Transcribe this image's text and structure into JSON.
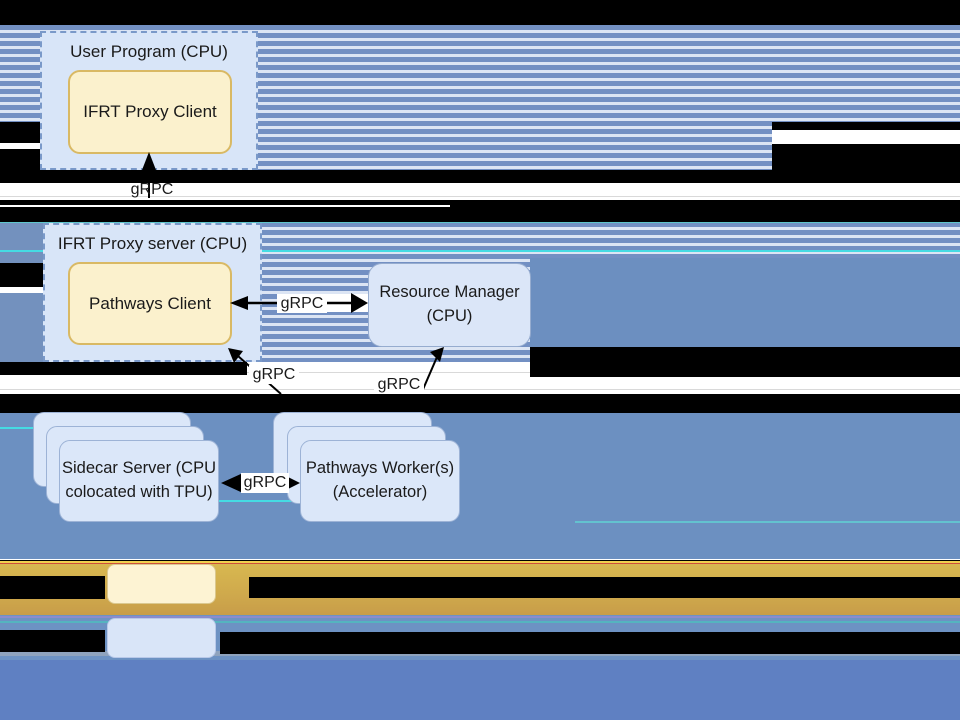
{
  "diagram": {
    "user_program": {
      "title": "User Program (CPU)",
      "inner_box": "IFRT Proxy Client"
    },
    "proxy_server": {
      "title": "IFRT Proxy server (CPU)",
      "inner_box": "Pathways Client"
    },
    "resource_manager": {
      "line1": "Resource Manager",
      "line2": "(CPU)"
    },
    "sidecar_server": {
      "line1": "Sidecar Server (CPU",
      "line2": "colocated with TPU)"
    },
    "pathways_workers": {
      "line1": "Pathways Worker(s)",
      "line2": "(Accelerator)"
    }
  },
  "grpc": {
    "top": "gRPC",
    "client_rm": "gRPC",
    "client_sidecar": "gRPC",
    "rm_workers": "gRPC",
    "sidecar_workers": "gRPC"
  },
  "colors": {
    "stripe_blue": "#7390c3",
    "stripe_light": "#dce5f4",
    "box_blue_fill": "#dbe7f9",
    "box_blue_border": "#96accf",
    "dashed_fill": "#d8e5f8",
    "dashed_border": "#7a99c9",
    "yellow_fill": "#fbf1cd",
    "yellow_border": "#d9b964",
    "solid_blue_mid": "#6c90c1",
    "gold_band": "#d2ae51",
    "bottom_blue": "#5f80c2",
    "glitch_cyan": "#45dbe3",
    "redaction": "#000000"
  }
}
